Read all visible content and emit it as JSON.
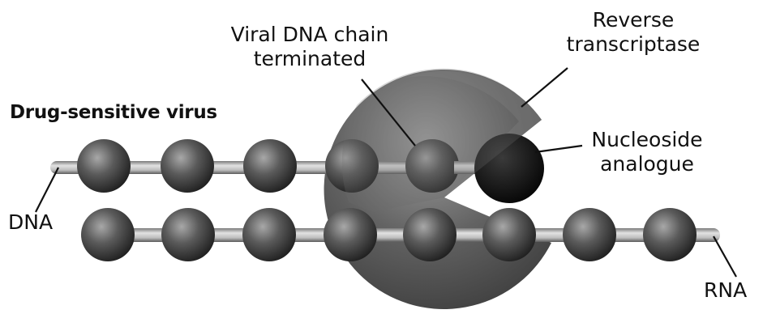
{
  "title": "Drug-sensitive virus",
  "labels": {
    "chain_terminated": [
      "Viral DNA chain",
      "terminated"
    ],
    "reverse_transcriptase": [
      "Reverse",
      "transcriptase"
    ],
    "nucleoside_analogue": [
      "Nucleoside",
      "analogue"
    ],
    "dna": "DNA",
    "rna": "RNA"
  },
  "colors": {
    "bead": "#3a3a3a",
    "bead_highlight": "#9a9a9a",
    "enzyme": "#4d4d4d",
    "analogue": "#111111",
    "backbone": "#cfcfcf"
  }
}
